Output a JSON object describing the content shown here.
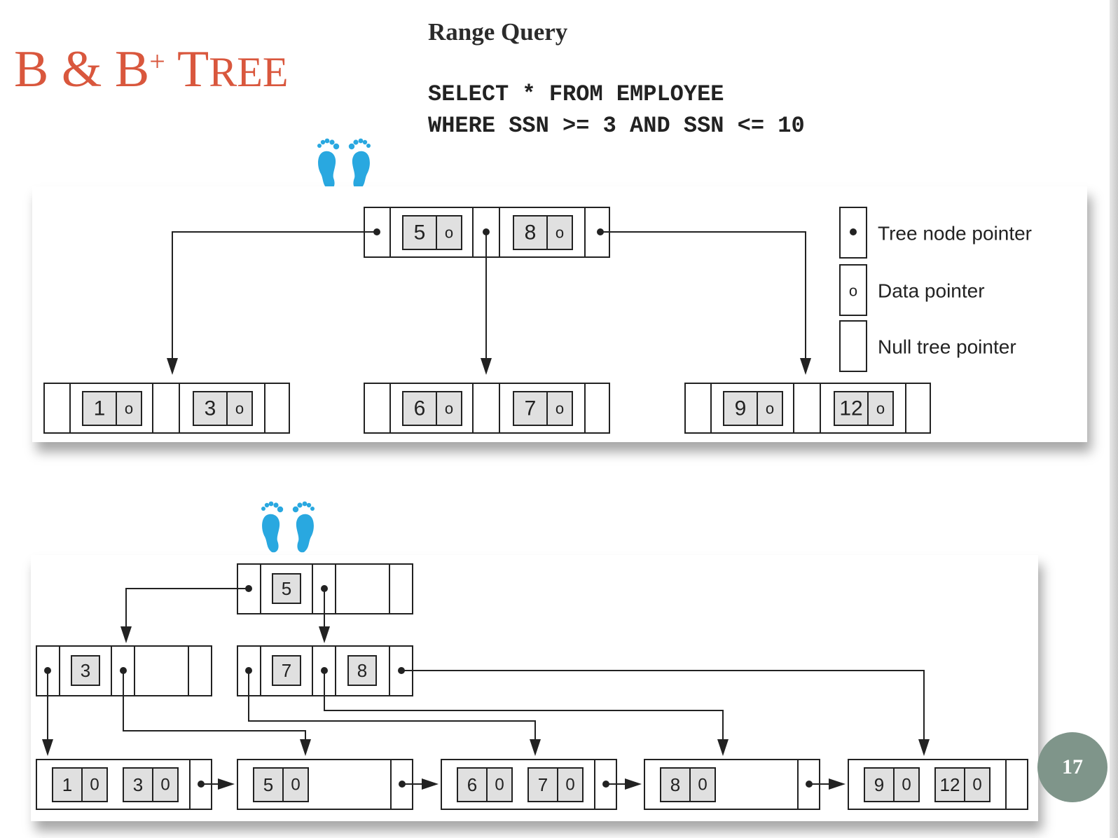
{
  "slide": {
    "title_main": "B & B",
    "title_sup": "+",
    "title_t": " T",
    "title_rest": "REE",
    "page_number": "17"
  },
  "query": {
    "heading": "Range Query",
    "sql_line1": "SELECT * FROM EMPLOYEE",
    "sql_line2": "WHERE SSN >= 3 AND SSN <= 10"
  },
  "icons": {
    "footprints": "footprints-icon"
  },
  "b_tree": {
    "root_keys": [
      "5",
      "8"
    ],
    "leaves": [
      [
        "1",
        "3"
      ],
      [
        "6",
        "7"
      ],
      [
        "9",
        "12"
      ]
    ],
    "data_pointer_symbol": "o",
    "legend": {
      "tree_node_pointer": "Tree node pointer",
      "data_pointer": "Data pointer",
      "null_tree_pointer": "Null tree pointer"
    }
  },
  "bplus_tree": {
    "root_keys": [
      "5"
    ],
    "internal_nodes": [
      [
        "3"
      ],
      [
        "7",
        "8"
      ]
    ],
    "leaves": [
      [
        "1",
        "3"
      ],
      [
        "5"
      ],
      [
        "6",
        "7"
      ],
      [
        "8"
      ],
      [
        "9",
        "12"
      ]
    ],
    "data_pointer_symbol": "0"
  },
  "colors": {
    "title": "#d9573d",
    "footprints": "#29a8e0",
    "badge": "#7f958a",
    "line": "#222222",
    "key_fill": "#e0e0e0"
  }
}
